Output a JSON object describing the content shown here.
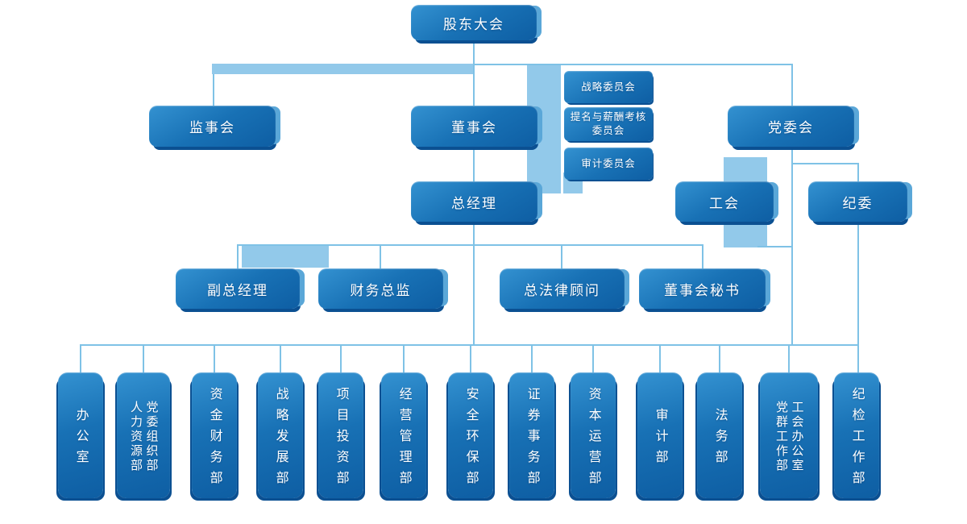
{
  "palette": {
    "node_top": "#3492d1",
    "node_mid": "#1871b5",
    "node_bottom": "#0e5ea3",
    "node_shadow": "#0b5092",
    "node_accent_light": "#5aa7d8",
    "band": "#92c9ea",
    "line": "#7fc2e6",
    "text": "#ffffff"
  },
  "nodes": {
    "shareholders_meeting": "股东大会",
    "supervisory_board": "监事会",
    "board_of_directors": "董事会",
    "party_committee": "党委会",
    "strategy_committee": "战略委员会",
    "nomination_remuneration_committee": "提名与薪酬考核\n委员会",
    "audit_committee": "审计委员会",
    "general_manager": "总经理",
    "labor_union": "工会",
    "discipline_committee": "纪委",
    "deputy_general_manager": "副总经理",
    "finance_director": "财务总监",
    "general_counsel": "总法律顾问",
    "board_secretary": "董事会秘书"
  },
  "departments": [
    {
      "label": "办公室"
    },
    {
      "label": "党委组织部\n人力资源部"
    },
    {
      "label": "资金财务部"
    },
    {
      "label": "战略发展部"
    },
    {
      "label": "项目投资部"
    },
    {
      "label": "经营管理部"
    },
    {
      "label": "安全环保部"
    },
    {
      "label": "证券事务部"
    },
    {
      "label": "资本运营部"
    },
    {
      "label": "审计部"
    },
    {
      "label": "法务部"
    },
    {
      "label": "工会办公室\n党群工作部"
    },
    {
      "label": "纪检工作部"
    }
  ]
}
